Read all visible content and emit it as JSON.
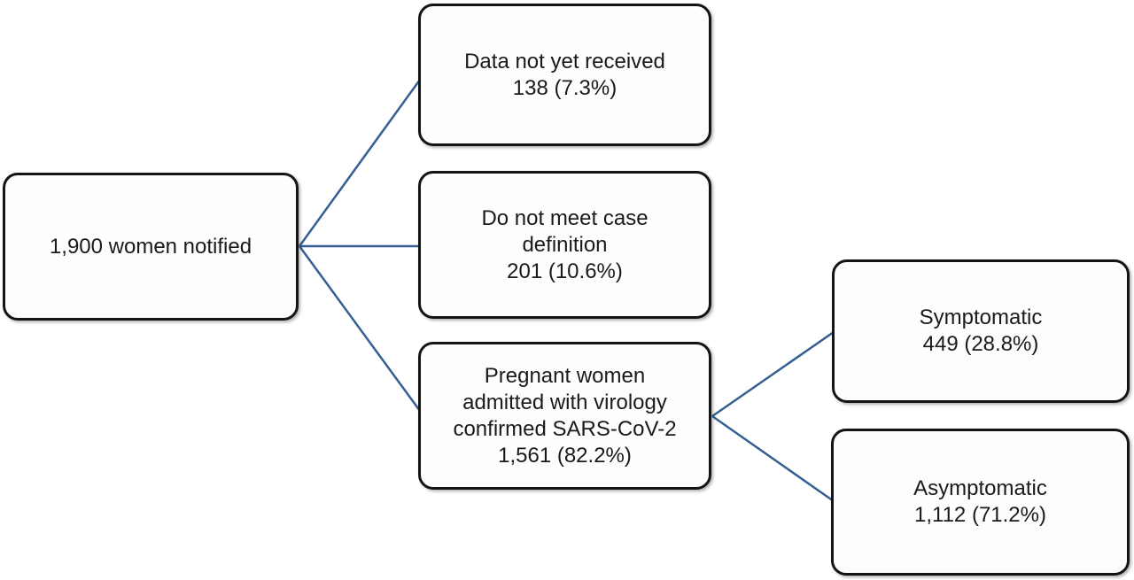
{
  "diagram": {
    "line_color": "#365f91",
    "boxes": {
      "root": {
        "lines": [
          "1,900 women notified"
        ]
      },
      "data_not_received": {
        "lines": [
          "Data not yet received",
          "138 (7.3%)"
        ]
      },
      "not_case_definition": {
        "lines": [
          "Do not meet case",
          "definition",
          "201 (10.6%)"
        ]
      },
      "confirmed_admitted": {
        "lines": [
          "Pregnant women",
          "admitted with virology",
          "confirmed SARS-CoV-2",
          "1,561 (82.2%)"
        ]
      },
      "symptomatic": {
        "lines": [
          "Symptomatic",
          "449 (28.8%)"
        ]
      },
      "asymptomatic": {
        "lines": [
          "Asymptomatic",
          "1,112 (71.2%)"
        ]
      }
    }
  }
}
